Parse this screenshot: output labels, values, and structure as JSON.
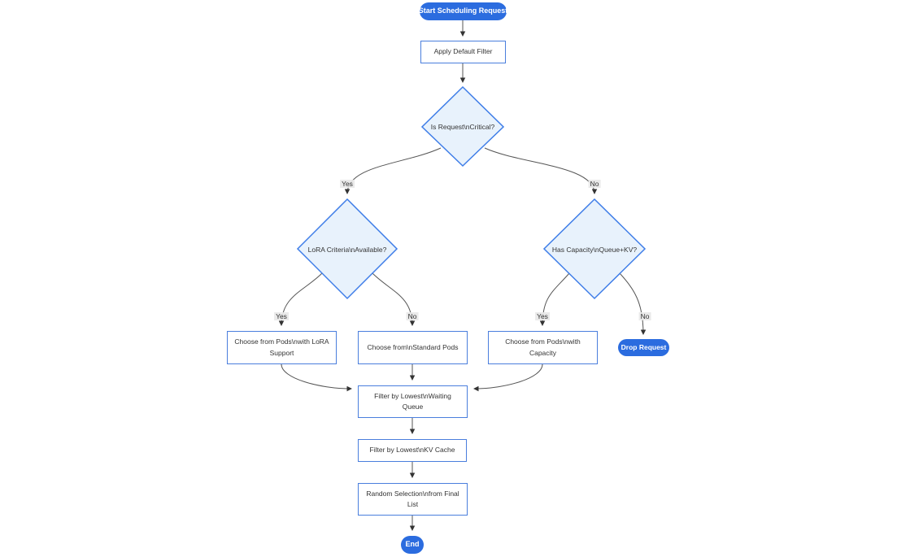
{
  "diagram": {
    "type": "flowchart",
    "direction": "top-down",
    "nodes": {
      "start": {
        "label": "Start Scheduling Request",
        "shape": "stadium"
      },
      "apply_default_filter": {
        "label": "Apply Default Filter",
        "shape": "rect"
      },
      "is_request_critical": {
        "label": "Is Request\\nCritical?",
        "shape": "diamond"
      },
      "lora_criteria_available": {
        "label": "LoRA Criteria\\nAvailable?",
        "shape": "diamond"
      },
      "has_capacity_queue_kv": {
        "label": "Has Capacity\\nQueue+KV?",
        "shape": "diamond"
      },
      "choose_lora_pods": {
        "label": "Choose from Pods\\nwith LoRA Support",
        "shape": "rect"
      },
      "choose_standard_pods": {
        "label": "Choose from\\nStandard Pods",
        "shape": "rect"
      },
      "choose_capacity_pods": {
        "label": "Choose from Pods\\nwith Capacity",
        "shape": "rect"
      },
      "drop_request": {
        "label": "Drop Request",
        "shape": "stadium"
      },
      "filter_waiting_queue": {
        "label": "Filter by Lowest\\nWaiting Queue",
        "shape": "rect"
      },
      "filter_kv_cache": {
        "label": "Filter by Lowest\\nKV Cache",
        "shape": "rect"
      },
      "random_selection": {
        "label": "Random Selection\\nfrom Final List",
        "shape": "rect"
      },
      "end": {
        "label": "End",
        "shape": "stadium"
      }
    },
    "edges": [
      {
        "from": "start",
        "to": "apply_default_filter",
        "label": ""
      },
      {
        "from": "apply_default_filter",
        "to": "is_request_critical",
        "label": ""
      },
      {
        "from": "is_request_critical",
        "to": "lora_criteria_available",
        "label": "Yes"
      },
      {
        "from": "is_request_critical",
        "to": "has_capacity_queue_kv",
        "label": "No"
      },
      {
        "from": "lora_criteria_available",
        "to": "choose_lora_pods",
        "label": "Yes"
      },
      {
        "from": "lora_criteria_available",
        "to": "choose_standard_pods",
        "label": "No"
      },
      {
        "from": "has_capacity_queue_kv",
        "to": "choose_capacity_pods",
        "label": "Yes"
      },
      {
        "from": "has_capacity_queue_kv",
        "to": "drop_request",
        "label": "No"
      },
      {
        "from": "choose_lora_pods",
        "to": "filter_waiting_queue",
        "label": ""
      },
      {
        "from": "choose_standard_pods",
        "to": "filter_waiting_queue",
        "label": ""
      },
      {
        "from": "choose_capacity_pods",
        "to": "filter_waiting_queue",
        "label": ""
      },
      {
        "from": "filter_waiting_queue",
        "to": "filter_kv_cache",
        "label": ""
      },
      {
        "from": "filter_kv_cache",
        "to": "random_selection",
        "label": ""
      },
      {
        "from": "random_selection",
        "to": "end",
        "label": ""
      }
    ],
    "colors": {
      "terminal_fill": "#2b6cdf",
      "terminal_text": "#ffffff",
      "process_fill": "#ffffff",
      "process_border": "#4a7edd",
      "decision_fill": "#e8f2fc",
      "decision_border": "#3e7de8",
      "edge_stroke": "#555555",
      "arrowhead": "#333333",
      "text": "#333333",
      "edge_label_bg": "#e8e8e8"
    }
  }
}
